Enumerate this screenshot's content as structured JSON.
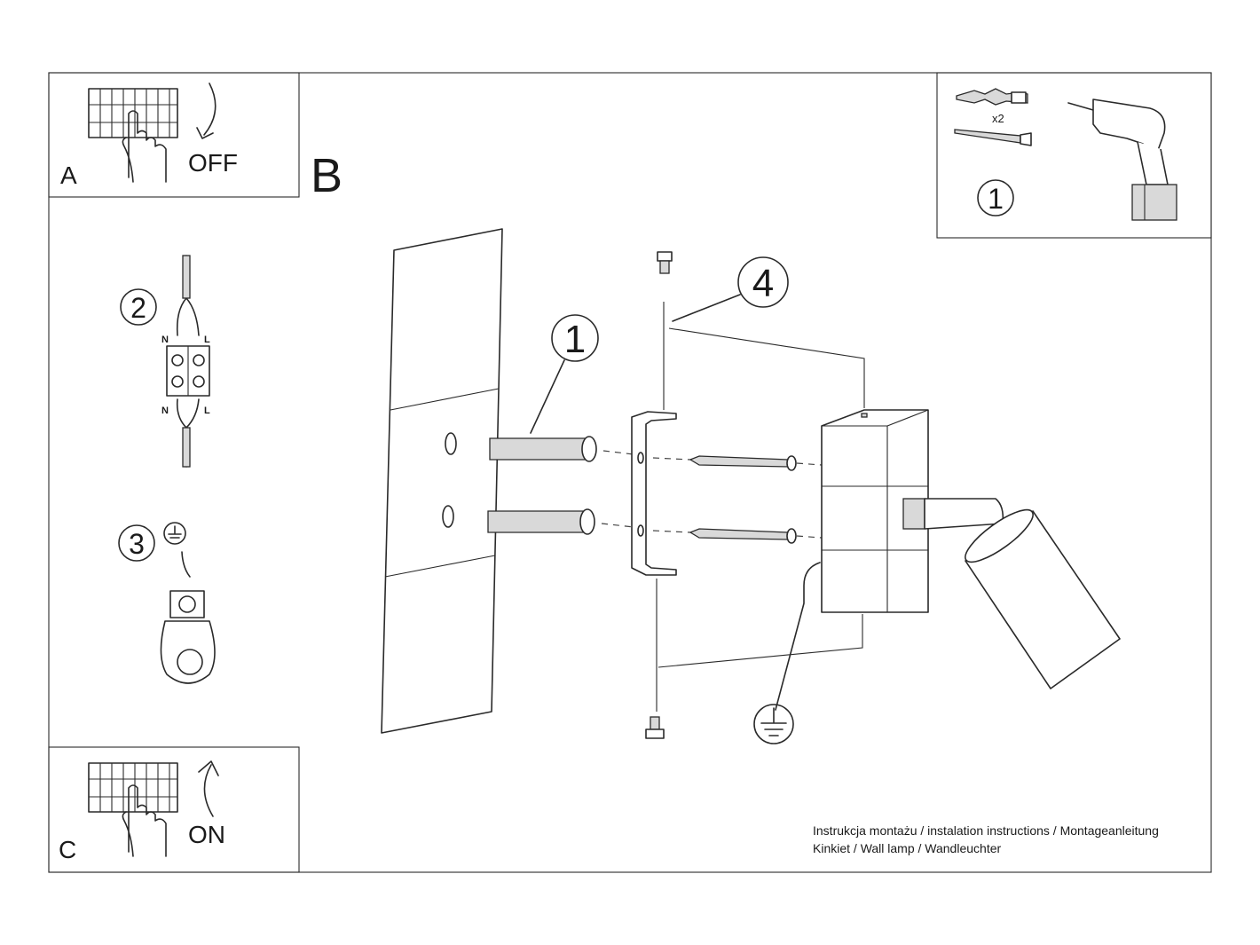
{
  "panels": {
    "a": {
      "letter": "A",
      "word": "OFF"
    },
    "b": {
      "letter": "B"
    },
    "c": {
      "letter": "C",
      "word": "ON"
    },
    "tools": {
      "quantity": "x2",
      "step": "1"
    }
  },
  "steps": {
    "two": "2",
    "three": "3"
  },
  "wiring": {
    "top_left": "N",
    "top_right": "L",
    "bottom_left": "N",
    "bottom_right": "L"
  },
  "callouts": {
    "dowels": "1",
    "bracket": "4"
  },
  "caption": {
    "line1": "Instrukcja montażu / instalation instructions / Montageanleitung",
    "line2": "Kinkiet / Wall lamp / Wandleuchter"
  },
  "icons": {
    "breaker": "circuit-breaker-icon",
    "drill": "drill-icon",
    "ground": "ground-symbol-icon"
  }
}
